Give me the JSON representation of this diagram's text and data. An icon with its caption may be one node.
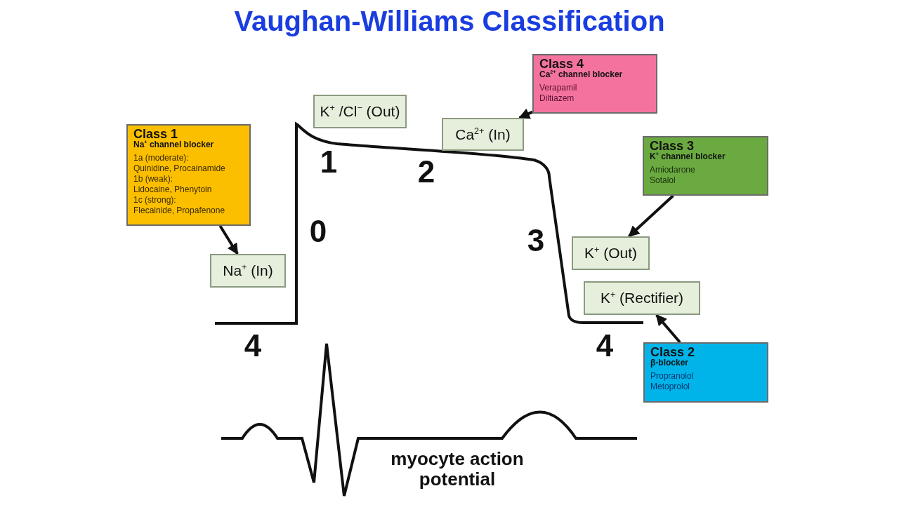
{
  "diagram": {
    "title": "Vaughan-Williams Classification",
    "nodes": [
      {
        "text": [
          "Class 1",
          "Na$^{+}$ channel blocker",
          "1a (moderate):",
          "Quinidine, Procainamide",
          "1b (weak):",
          "Lidocaine, Phenytoin",
          "1c (strong):",
          "Flecainide, Propafenone"
        ]
      },
      {
        "text": [
          "Na$^{+}$ (In)"
        ]
      },
      {
        "text": [
          "K$^{+}$ /Cl$^{−}$ (Out)"
        ]
      },
      {
        "text": [
          "Ca$^{2+}$ (In)"
        ]
      },
      {
        "text": [
          "Class 4",
          "Ca$^{2+}$ channel blocker",
          "Verapamil",
          "Diltiazem"
        ]
      },
      {
        "text": [
          "Class 3",
          "K$^{+}$ channel blocker",
          "Amiodarone",
          "Sotalol"
        ]
      },
      {
        "text": [
          "K$^{+}$ (Out)"
        ]
      },
      {
        "text": [
          "K$^{+}$ (Rectifier)"
        ]
      },
      {
        "text": [
          "Class 2",
          "β-blocker",
          "Propranolol",
          "Metoprolol"
        ]
      }
    ],
    "edges": [
      {
        "from": 0,
        "to": 1,
        "arrow": "to"
      },
      {
        "from": 4,
        "to": 3,
        "arrow": "to"
      },
      {
        "from": 5,
        "to": 6,
        "arrow": "to"
      },
      {
        "from": 8,
        "to": 7,
        "arrow": "to"
      }
    ],
    "labels": [
      "1",
      "2",
      "0",
      "3",
      "4",
      "4",
      "myocyte action potential"
    ]
  }
}
